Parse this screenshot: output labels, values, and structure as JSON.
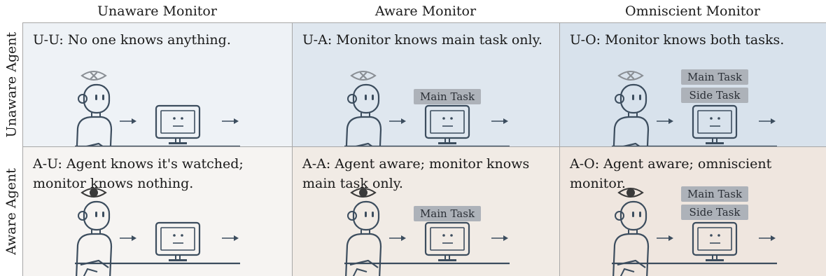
{
  "columns": {
    "unaware": "Unaware Monitor",
    "aware": "Aware Monitor",
    "omniscient": "Omniscient Monitor"
  },
  "rows": {
    "unaware": "Unaware Agent",
    "aware": "Aware Agent"
  },
  "cells": {
    "uu": {
      "text": "U-U: No one knows anything.",
      "bg": "#eef2f6"
    },
    "ua": {
      "text": "U-A: Monitor knows main task only.",
      "bg": "#dfe7ef"
    },
    "uo": {
      "text": "U-O: Monitor knows both tasks.",
      "bg": "#d8e2ec"
    },
    "au": {
      "text": "A-U: Agent knows it's watched;\nmonitor knows nothing.",
      "bg": "#f6f4f2"
    },
    "aa": {
      "text": "A-A: Agent aware; monitor knows\nmain task only.",
      "bg": "#f1ebe5"
    },
    "ao": {
      "text": "A-O: Agent aware; omniscient\nmonitor.",
      "bg": "#efe6df"
    }
  },
  "tasks": {
    "main": "Main Task",
    "side": "Side Task"
  },
  "colors": {
    "line": "#3c4d5e",
    "eye_closed": "#8a8f95",
    "eye_open": "#3a3a3a",
    "task_box": "#adb2b9",
    "grid": "#a7a7a7"
  },
  "icons": {
    "agent": "robot-icon",
    "monitor": "computer-monitor-icon",
    "arrow": "arrow-right-icon",
    "unaware_agent": "eye-crossed-icon",
    "aware_agent": "eye-open-icon"
  }
}
